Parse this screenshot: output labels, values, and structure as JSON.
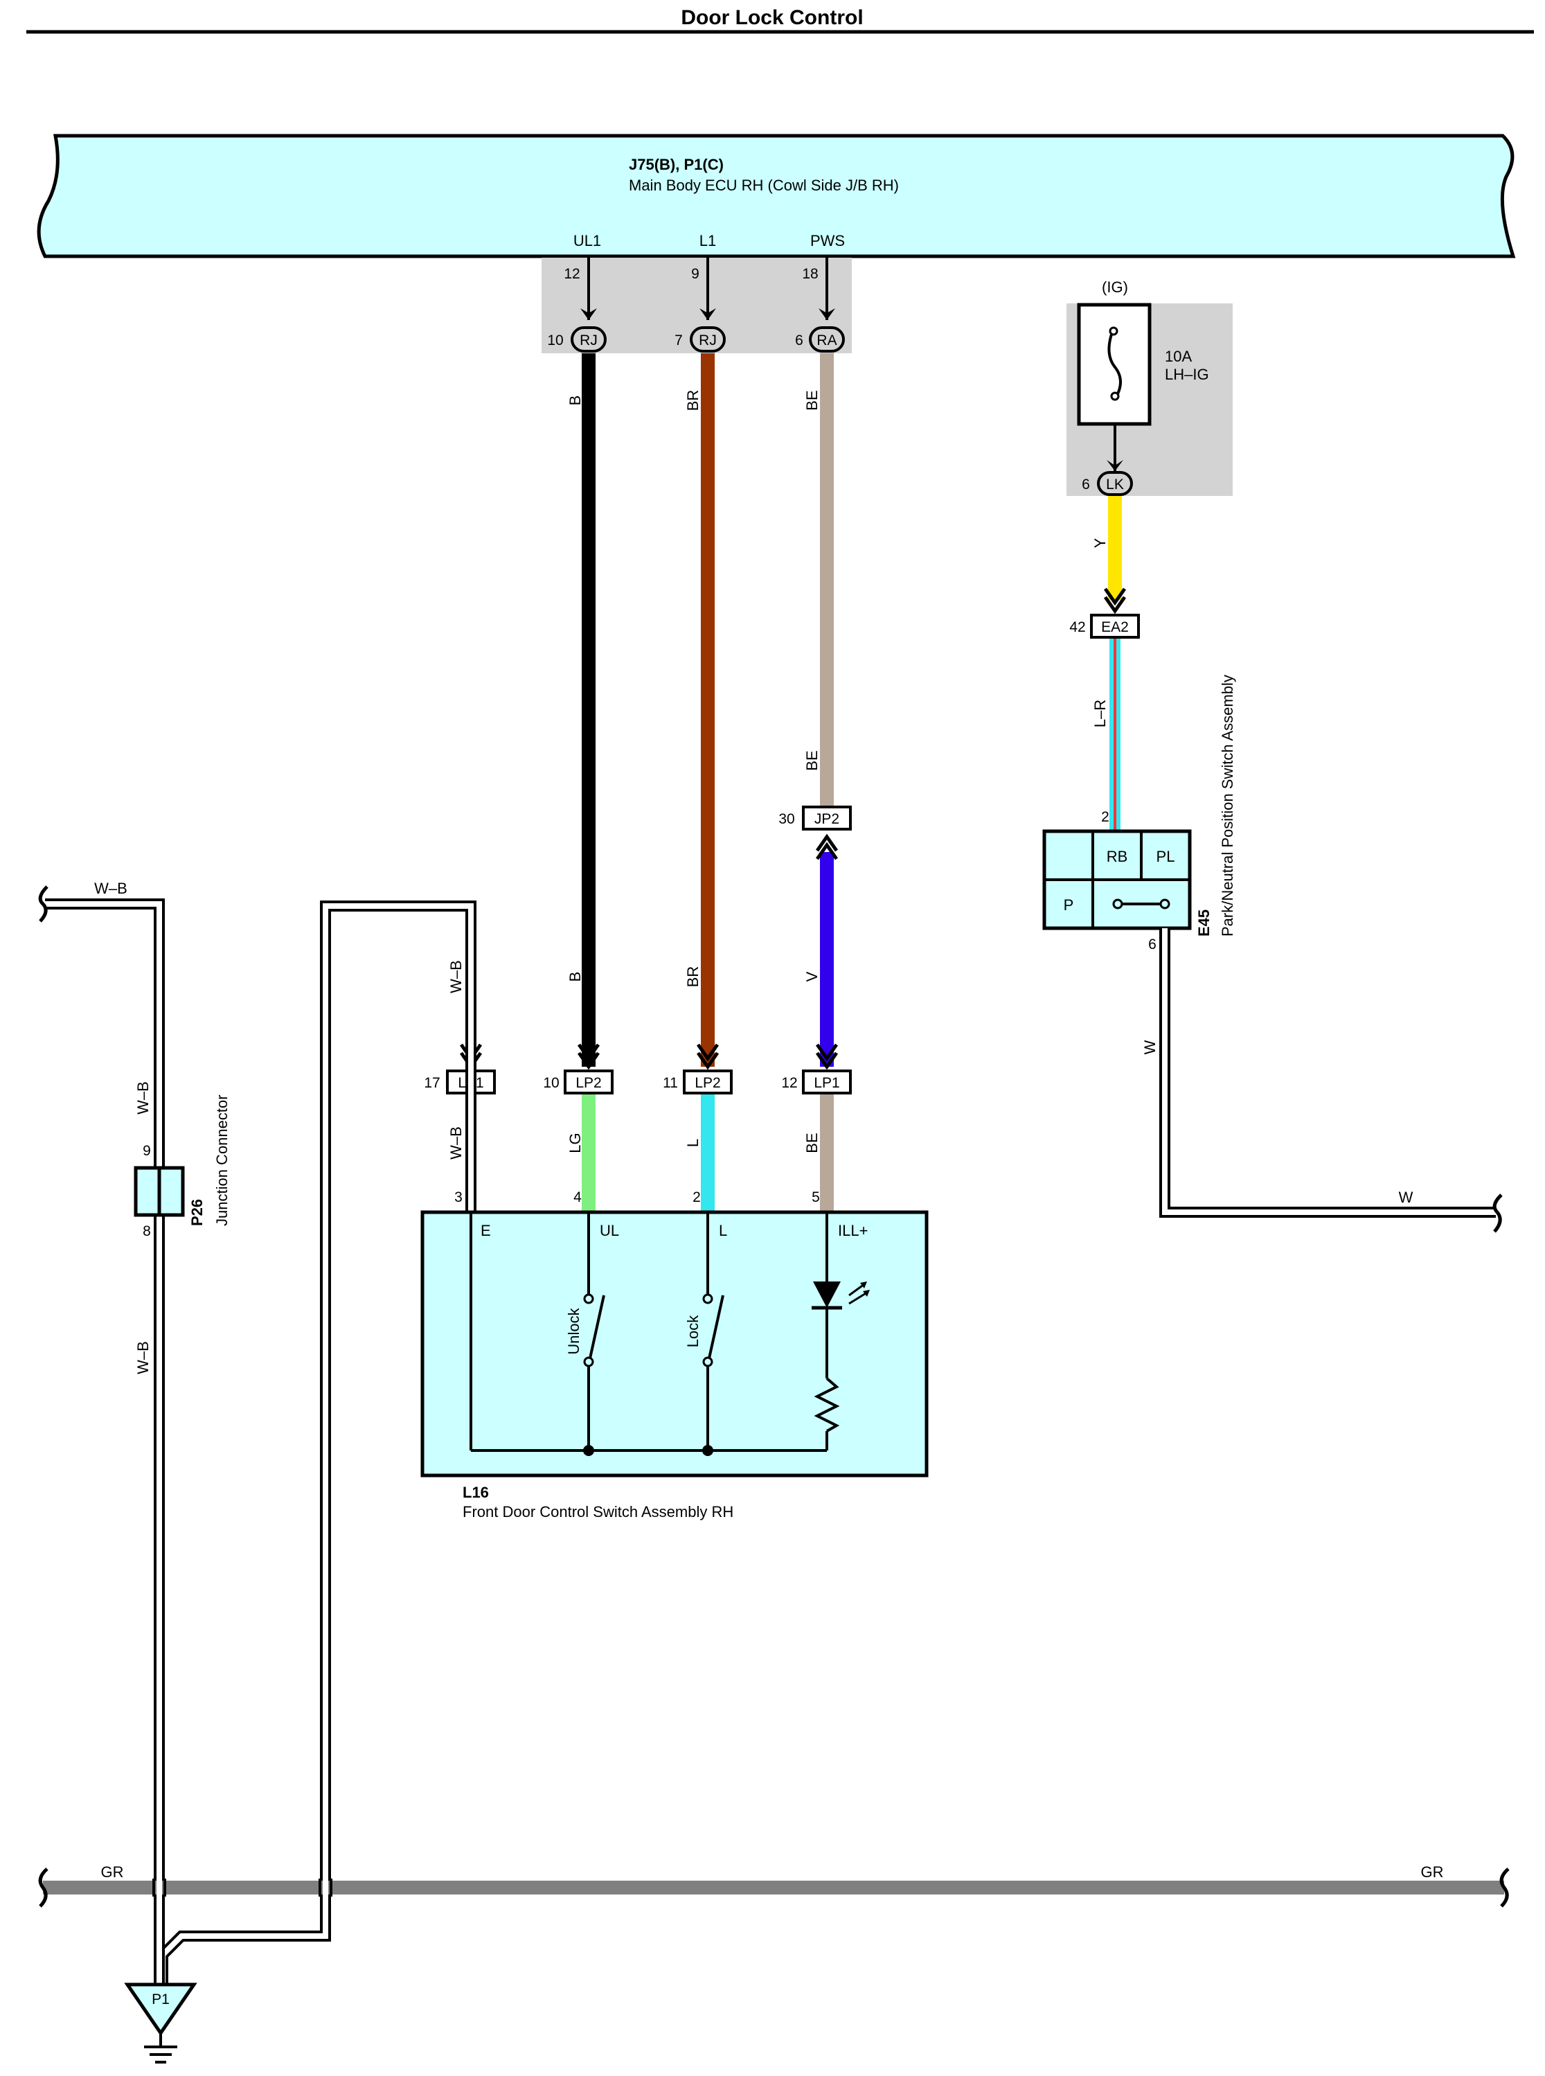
{
  "title": "Door Lock Control",
  "ecu": {
    "code": "J75(B), P1(C)",
    "name": "Main Body ECU RH (Cowl Side J/B RH)",
    "terminals": [
      {
        "name": "UL1",
        "pin": "12",
        "conn_pin": "10",
        "conn": "RJ"
      },
      {
        "name": "L1",
        "pin": "9",
        "conn_pin": "7",
        "conn": "RJ"
      },
      {
        "name": "PWS",
        "pin": "18",
        "conn_pin": "6",
        "conn": "RA"
      }
    ]
  },
  "fuse": {
    "circuit": "(IG)",
    "rating": "10A",
    "name": "LH–IG",
    "conn_pin": "6",
    "conn": "LK"
  },
  "wires": {
    "b_top": "B",
    "br_top": "BR",
    "be_top": "BE",
    "be_mid": "BE",
    "b_low": "B",
    "br_low": "BR",
    "v_low": "V",
    "lg": "LG",
    "l": "L",
    "be_bot": "BE",
    "wb_left_top": "W–B",
    "wb_p26_upper": "W–B",
    "wb_p26_lower": "W–B",
    "wb_mid": "W–B",
    "wb_lp1": "W–B",
    "y": "Y",
    "lr": "L–R",
    "w_vert": "W",
    "w_horiz": "W",
    "gr_left": "GR",
    "gr_right": "GR"
  },
  "colors": {
    "B": "#000000",
    "BR": "#993300",
    "BE": "#b8a89a",
    "V": "#3300ee",
    "LG": "#7ff07f",
    "L": "#33e6f0",
    "Y": "#ffe600",
    "R": "#ff3333",
    "GR": "#808080",
    "body": "#ccffff",
    "shade": "#d3d3d3"
  },
  "connectors": {
    "ea2": {
      "pin": "42",
      "name": "EA2"
    },
    "jp2": {
      "pin": "30",
      "name": "JP2"
    },
    "lp1_e": {
      "pin": "17",
      "name": "LP1"
    },
    "lp2_ul": {
      "pin": "10",
      "name": "LP2"
    },
    "lp2_l": {
      "pin": "11",
      "name": "LP2"
    },
    "lp1_ill": {
      "pin": "12",
      "name": "LP1"
    }
  },
  "e45": {
    "code": "E45",
    "name": "Park/Neutral Position Switch Assembly",
    "pin_in": "2",
    "pin_out": "6",
    "cells": [
      "RB",
      "PL",
      "P"
    ]
  },
  "p26": {
    "code": "P26",
    "name": "Junction Connector",
    "pin_top": "9",
    "pin_bot": "8"
  },
  "l16": {
    "code": "L16",
    "name": "Front Door Control Switch Assembly RH",
    "pins": [
      "3",
      "4",
      "2",
      "5"
    ],
    "terms": [
      "E",
      "UL",
      "L",
      "ILL+"
    ],
    "sw_unlock": "Unlock",
    "sw_lock": "Lock"
  },
  "ground": {
    "name": "P1"
  }
}
